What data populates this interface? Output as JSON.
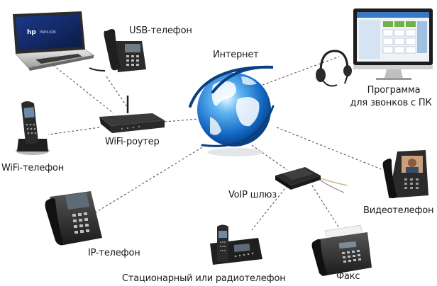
{
  "diagram": {
    "nodes": {
      "internet": {
        "label": "Интернет"
      },
      "usb_phone": {
        "label": "USB-телефон"
      },
      "pc_program": {
        "label_line1": "Программа",
        "label_line2": "для звонков с ПК"
      },
      "wifi_router": {
        "label": "WiFi-роутер"
      },
      "wifi_phone": {
        "label": "WiFi-телефон"
      },
      "voip_gateway": {
        "label": "VoIP шлюз"
      },
      "ip_phone": {
        "label": "IP-телефон"
      },
      "video_phone": {
        "label": "Видеотелефон"
      },
      "dect_phone": {
        "label": "Стационарный или радиотелефон"
      },
      "fax": {
        "label": "Факс"
      }
    },
    "colors": {
      "line": "#444444",
      "globe_dark": "#0a4d9a",
      "globe_light": "#5fb4f0",
      "device_dark": "#2b2b2b"
    }
  }
}
